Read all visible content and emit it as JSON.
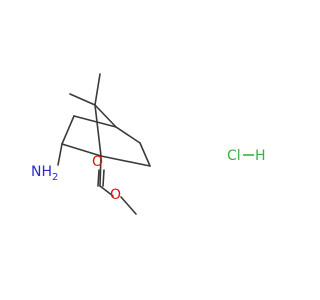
{
  "molecule": {
    "atoms": {
      "amine": "NH",
      "amine_h": "2",
      "carbonyl_oxygen": "O",
      "ester_oxygen": "O"
    },
    "salt": {
      "chlorine": "Cl",
      "hydrogen": "H"
    },
    "colors": {
      "bond": "#3a3a3a",
      "nitrogen": "#2a2ad0",
      "oxygen": "#e01010",
      "chlorine": "#3cb043"
    }
  }
}
